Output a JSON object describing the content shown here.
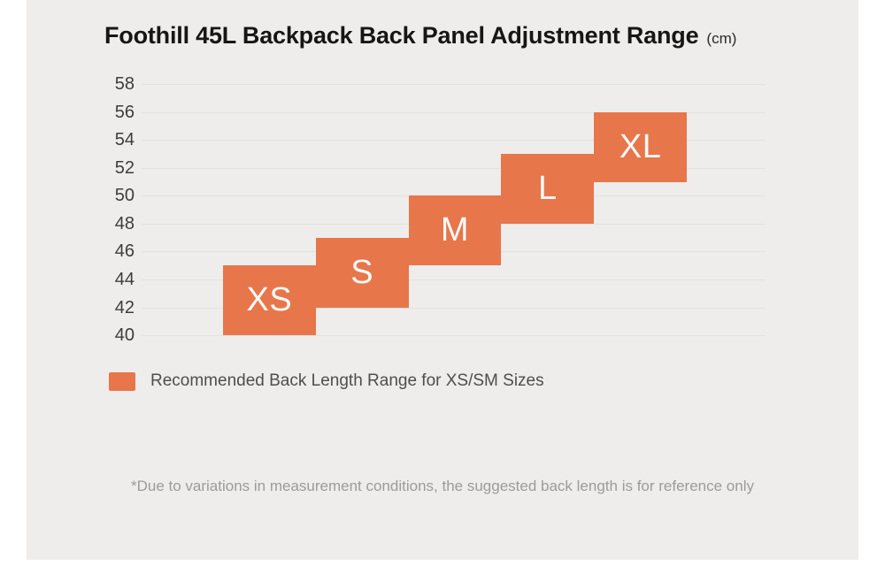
{
  "page": {
    "background": "#ffffff",
    "panel_background": "#eeedeb"
  },
  "header": {
    "title": "Foothill 45L Backpack Back Panel Adjustment Range",
    "unit": "(cm)"
  },
  "legend": {
    "swatch_color": "#e7764b",
    "label": "Recommended Back Length Range for XS/SM Sizes"
  },
  "footnote": {
    "text": "*Due to variations in measurement conditions, the suggested back length is for reference only"
  },
  "chart_data": {
    "type": "bar",
    "subtype": "floating-range-bar",
    "title": "Foothill 45L Backpack Back Panel Adjustment Range",
    "unit": "cm",
    "categories": [
      "XS",
      "S",
      "M",
      "L",
      "XL"
    ],
    "series": [
      {
        "name": "Recommended Back Length Range",
        "ranges": [
          [
            40,
            45
          ],
          [
            42,
            47
          ],
          [
            45,
            50
          ],
          [
            48,
            53
          ],
          [
            51,
            56
          ]
        ]
      }
    ],
    "ylim": [
      40,
      58
    ],
    "yticks": [
      58,
      56,
      54,
      52,
      50,
      48,
      46,
      44,
      42,
      40
    ],
    "grid": true,
    "legend_position": "bottom-left",
    "bar_color": "#e7764b",
    "bar_label_color": "#fbf9f7",
    "gridline_color": "#e3e2df"
  }
}
